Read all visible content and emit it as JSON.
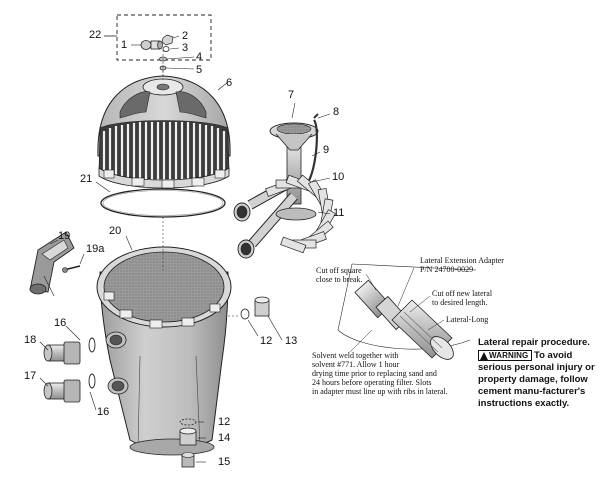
{
  "callouts": {
    "c22": "22",
    "c1": "1",
    "c2": "2",
    "c3": "3",
    "c4": "4",
    "c5": "5",
    "c6": "6",
    "c7": "7",
    "c8": "8",
    "c9": "9",
    "c10": "10",
    "c11": "11",
    "c21": "21",
    "c20": "20",
    "c19": "19",
    "c19a": "19a",
    "c16a": "16",
    "c16b": "16",
    "c18": "18",
    "c17": "17",
    "c12a": "12",
    "c12b": "12",
    "c13": "13",
    "c14": "14",
    "c15": "15"
  },
  "notes": {
    "cut_off_square": [
      "Cut off square",
      "close to break."
    ],
    "lateral_extension": [
      "Lateral Extension Adapter",
      "P/N 24700-0029"
    ],
    "cut_off_new": [
      "Cut off new lateral",
      "to desired length."
    ],
    "lateral_long": [
      "Lateral-Long"
    ],
    "solvent_weld": [
      "Solvent weld together with",
      "solvent #771. Allow 1 hour",
      "drying time prior to replacing sand and",
      "24 hours before operating filter. Slots",
      "in adapter must line up with ribs in lateral."
    ]
  },
  "repair": {
    "title": "Lateral repair procedure.",
    "warning_word": "WARNING",
    "warning_text": "To avoid serious personal injury or property damage, follow cement manu-facturer's instructions exactly."
  }
}
